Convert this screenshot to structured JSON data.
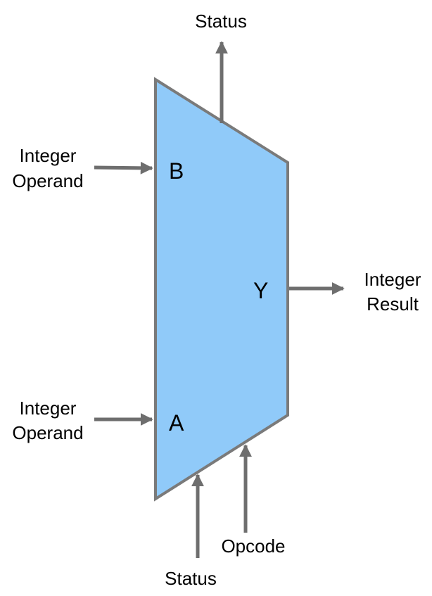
{
  "colors": {
    "alu_fill": "#90caf9",
    "stroke": "#7a7a7a",
    "arrow": "#6e6e6e",
    "text": "#000000"
  },
  "ports": {
    "b": "B",
    "a": "A",
    "y": "Y"
  },
  "labels": {
    "status_top": "Status",
    "operand_b_line1": "Integer",
    "operand_b_line2": "Operand",
    "operand_a_line1": "Integer",
    "operand_a_line2": "Operand",
    "result_line1": "Integer",
    "result_line2": "Result",
    "opcode": "Opcode",
    "status_bottom": "Status"
  }
}
